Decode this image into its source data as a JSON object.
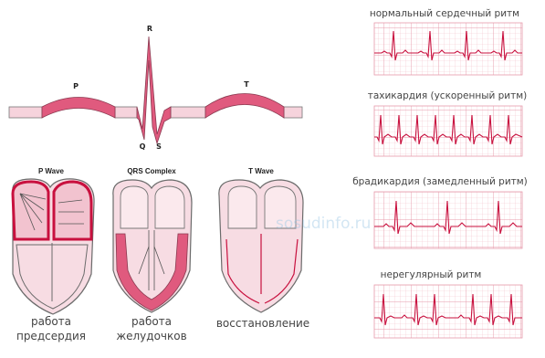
{
  "ecg_complex": {
    "labels": {
      "p": "P",
      "r": "R",
      "q": "Q",
      "s": "S",
      "t": "T"
    }
  },
  "hearts": [
    {
      "title": "P Wave",
      "caption_lines": [
        "работа",
        "предсердия"
      ]
    },
    {
      "title": "QRS Complex",
      "caption_lines": [
        "работа",
        "желудочков"
      ]
    },
    {
      "title": "T Wave",
      "caption_lines": [
        "восстановление"
      ]
    }
  ],
  "rhythm_strips": [
    {
      "title": "нормальный сердечный ритм",
      "type": "normal"
    },
    {
      "title": "тахикардия (ускоренный ритм)",
      "type": "tachy"
    },
    {
      "title": "брадикардия (замедленный ритм)",
      "type": "brady"
    },
    {
      "title": "нерегулярный ритм",
      "type": "irregular"
    }
  ],
  "watermark": "sosudinfo.ru",
  "colors": {
    "pink_fill": "#e05a7e",
    "light_pink": "#f6d3dc",
    "grid_line": "#f1b8c4",
    "ecg_trace": "#c8103e",
    "outline": "#6b6b6b"
  }
}
